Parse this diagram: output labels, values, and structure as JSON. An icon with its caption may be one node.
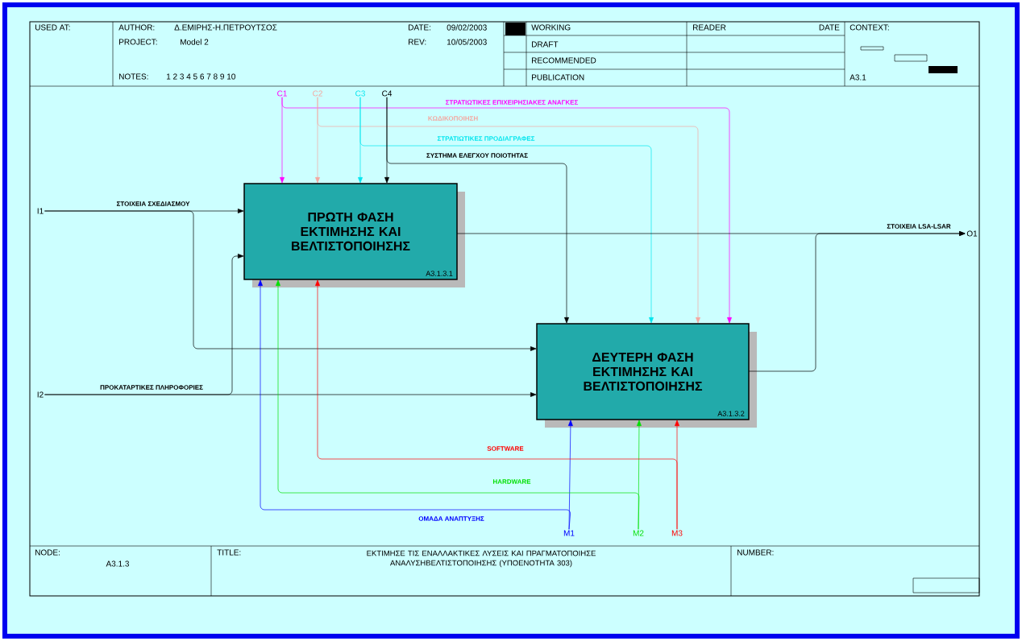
{
  "diagram": {
    "title": "ΕΚΤΙΜΗΣΕ ΤΙΣ ΕΝΑΛΛΑΚΤΙΚΕΣ ΛΥΣΕΙΣ ΚΑΙ ΠΡΑΓΜΑΤΟΠΟΙΗΣΕ ΑΝΑΛΥΣΗΒΕΛΤΙΣΤΟΠΟΙΗΣΗΣ (ΥΠΟΕΝΟΤΗΤΑ 303)",
    "nodes": [
      {
        "text": [
          "ΠΡΩΤΗ ΦΑΣΗ ΕΚΤΙΜΗΣΗΣ ΚΑΙ ΒΕΛΤΙΣΤΟΠΟΙΗΣΗΣ",
          "A3.1.3.1"
        ]
      },
      {
        "text": [
          "ΔΕΥΤΕΡΗ ΦΑΣΗ ΕΚΤΙΜΗΣΗΣ ΚΑΙ ΒΕΛΤΙΣΤΟΠΟΙΗΣΗΣ",
          "A3.1.3.2"
        ]
      },
      {
        "text": [
          "I1"
        ]
      },
      {
        "text": [
          "I2"
        ]
      },
      {
        "text": [
          "C1"
        ]
      },
      {
        "text": [
          "C2"
        ]
      },
      {
        "text": [
          "C3"
        ]
      },
      {
        "text": [
          "C4"
        ]
      },
      {
        "text": [
          "O1"
        ]
      },
      {
        "text": [
          "M1"
        ]
      },
      {
        "text": [
          "M2"
        ]
      },
      {
        "text": [
          "M3"
        ]
      }
    ],
    "edges": [
      {
        "from": 2,
        "to": 0,
        "arrow": "to",
        "label": "ΣΤΟΙΧΕΙΑ ΣΧΕΔΙΑΣΜΟΥ"
      },
      {
        "from": 2,
        "to": 1,
        "arrow": "to"
      },
      {
        "from": 3,
        "to": 1,
        "arrow": "to",
        "label": "ΠΡΟΚΑΤΑΡΤΙΚΕΣ ΠΛΗΡΟΦΟΡΙΕΣ"
      },
      {
        "from": 3,
        "to": 0,
        "arrow": "to"
      },
      {
        "from": 4,
        "to": 0,
        "arrow": "to",
        "color": "#ff00ff"
      },
      {
        "from": 4,
        "to": 1,
        "arrow": "to",
        "label": "ΣΤΡΑΤΙΩΤΙΚΕΣ ΕΠΙΧΕΙΡΗΣΙΑΚΕΣ ΑΝΑΓΚΕΣ",
        "color": "#ff00ff"
      },
      {
        "from": 5,
        "to": 0,
        "arrow": "to",
        "color": "#f4a7a0"
      },
      {
        "from": 5,
        "to": 1,
        "arrow": "to",
        "label": "ΚΩΔΙΚΟΠΟΙΗΣΗ",
        "color": "#f4a7a0"
      },
      {
        "from": 6,
        "to": 0,
        "arrow": "to",
        "color": "#00e5ee"
      },
      {
        "from": 6,
        "to": 1,
        "arrow": "to",
        "label": "ΣΤΡΑΤΙΩΤΙΚΕΣ ΠΡΟΔΙΑΓΡΑΦΕΣ",
        "color": "#00e5ee"
      },
      {
        "from": 7,
        "to": 0,
        "arrow": "to"
      },
      {
        "from": 7,
        "to": 1,
        "arrow": "to",
        "label": "ΣΥΣΤΗΜΑ ΕΛΕΓΧΟΥ ΠΟΙΟΤΗΤΑΣ"
      },
      {
        "from": 0,
        "to": 8,
        "arrow": "to",
        "label": "ΣΤΟΙΧΕΙΑ LSA-LSAR"
      },
      {
        "from": 1,
        "to": 8,
        "arrow": "to"
      },
      {
        "from": 9,
        "to": 1,
        "arrow": "to",
        "color": "#0000ff"
      },
      {
        "from": 9,
        "to": 0,
        "arrow": "to",
        "label": "ΟΜΑΔΑ ΑΝΑΠΤΥΞΗΣ",
        "color": "#0000ff"
      },
      {
        "from": 10,
        "to": 1,
        "arrow": "to",
        "color": "#00e000"
      },
      {
        "from": 10,
        "to": 0,
        "arrow": "to",
        "label": "HARDWARE",
        "color": "#00e000"
      },
      {
        "from": 11,
        "to": 1,
        "arrow": "to",
        "color": "#ff0000"
      },
      {
        "from": 11,
        "to": 0,
        "arrow": "to",
        "label": "SOFTWARE",
        "color": "#ff0000"
      }
    ],
    "labels": [
      "USED AT:",
      "AUTHOR:",
      "Δ.ΕΜΙΡΗΣ-Η.ΠΕΤΡΟΥΤΣΟΣ",
      "DATE:",
      "09/02/2003",
      "PROJECT:",
      "Model 2",
      "REV:",
      "10/05/2003",
      "NOTES:",
      "1 2 3 4 5 6 7 8 9 10",
      "WORKING",
      "DRAFT",
      "RECOMMENDED",
      "PUBLICATION",
      "READER",
      "DATE",
      "CONTEXT:",
      "A3.1",
      "NODE:",
      "A3.1.3",
      "TITLE:",
      "NUMBER:"
    ]
  }
}
